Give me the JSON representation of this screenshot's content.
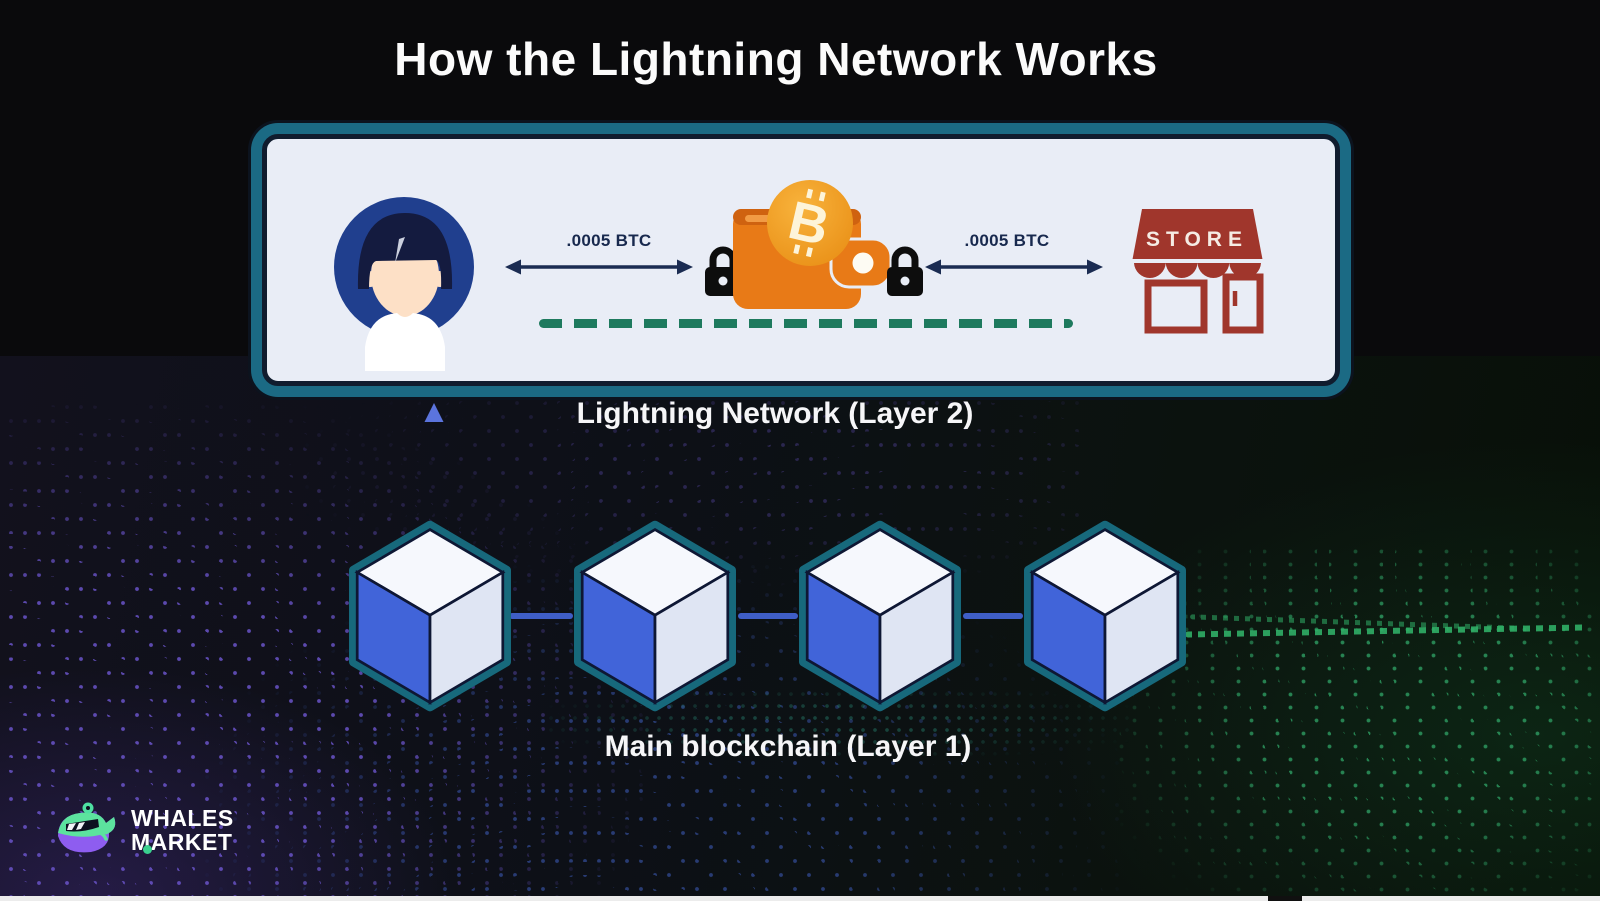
{
  "title": "How the Lightning Network Works",
  "lightning_panel": {
    "left_channel_amount": ".0005 BTC",
    "right_channel_amount": ".0005 BTC",
    "store_sign": "STORE"
  },
  "labels": {
    "layer2": "Lightning Network (Layer 2)",
    "layer1": "Main blockchain (Layer 1)"
  },
  "logo": {
    "line1": "WHALES",
    "line2": "MARKET"
  },
  "colors": {
    "panel_border_teal": "#1b6a84",
    "panel_background": "#e9edf6",
    "wallet_orange": "#e87a17",
    "coin_orange": "#f3a326",
    "store_red": "#a0362c",
    "cube_blue": "#4164d9",
    "cube_light_face": "#dfe5f3",
    "cube_outline_teal": "#17697c",
    "dashed_channel_green": "#1e7a5e",
    "arrow_navy": "#1b2c52",
    "avatar_circle_blue": "#203f8e",
    "connector_blue": "#3f5ec6",
    "logo_green": "#5ce39e",
    "logo_purple": "#8e5df0"
  }
}
